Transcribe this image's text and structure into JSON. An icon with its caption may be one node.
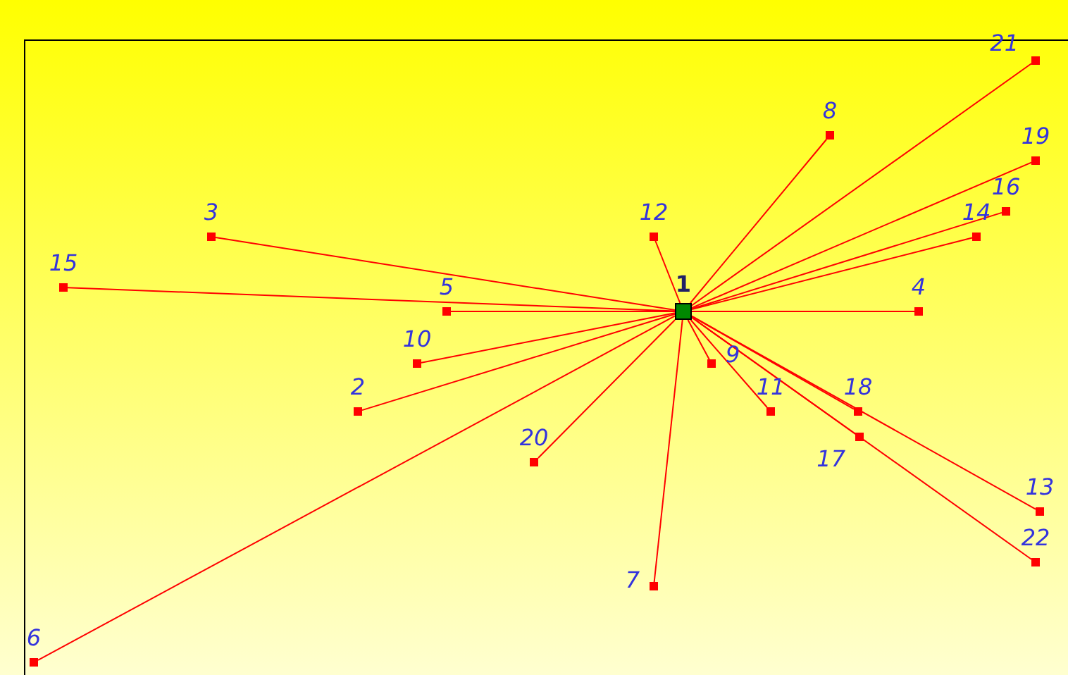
{
  "diagram": {
    "nodes": [
      {
        "text": [
          "1"
        ]
      },
      {
        "text": [
          "2"
        ]
      },
      {
        "text": [
          "3"
        ]
      },
      {
        "text": [
          "4"
        ]
      },
      {
        "text": [
          "5"
        ]
      },
      {
        "text": [
          "6"
        ]
      },
      {
        "text": [
          "7"
        ]
      },
      {
        "text": [
          "8"
        ]
      },
      {
        "text": [
          "9"
        ]
      },
      {
        "text": [
          "10"
        ]
      },
      {
        "text": [
          "11"
        ]
      },
      {
        "text": [
          "12"
        ]
      },
      {
        "text": [
          "13"
        ]
      },
      {
        "text": [
          "14"
        ]
      },
      {
        "text": [
          "15"
        ]
      },
      {
        "text": [
          "16"
        ]
      },
      {
        "text": [
          "17"
        ]
      },
      {
        "text": [
          "18"
        ]
      },
      {
        "text": [
          "19"
        ]
      },
      {
        "text": [
          "20"
        ]
      },
      {
        "text": [
          "21"
        ]
      },
      {
        "text": [
          "22"
        ]
      }
    ],
    "edges": [
      {
        "from": 0,
        "to": 1,
        "arrow": "none"
      },
      {
        "from": 0,
        "to": 2,
        "arrow": "none"
      },
      {
        "from": 0,
        "to": 3,
        "arrow": "none"
      },
      {
        "from": 0,
        "to": 4,
        "arrow": "none"
      },
      {
        "from": 0,
        "to": 5,
        "arrow": "none"
      },
      {
        "from": 0,
        "to": 6,
        "arrow": "none"
      },
      {
        "from": 0,
        "to": 7,
        "arrow": "none"
      },
      {
        "from": 0,
        "to": 8,
        "arrow": "none"
      },
      {
        "from": 0,
        "to": 9,
        "arrow": "none"
      },
      {
        "from": 0,
        "to": 10,
        "arrow": "none"
      },
      {
        "from": 0,
        "to": 11,
        "arrow": "none"
      },
      {
        "from": 0,
        "to": 12,
        "arrow": "none"
      },
      {
        "from": 0,
        "to": 13,
        "arrow": "none"
      },
      {
        "from": 0,
        "to": 14,
        "arrow": "none"
      },
      {
        "from": 0,
        "to": 15,
        "arrow": "none"
      },
      {
        "from": 0,
        "to": 16,
        "arrow": "none"
      },
      {
        "from": 0,
        "to": 17,
        "arrow": "none"
      },
      {
        "from": 0,
        "to": 18,
        "arrow": "none"
      },
      {
        "from": 0,
        "to": 19,
        "arrow": "none"
      },
      {
        "from": 0,
        "to": 20,
        "arrow": "none"
      },
      {
        "from": 0,
        "to": 21,
        "arrow": "none"
      }
    ]
  }
}
